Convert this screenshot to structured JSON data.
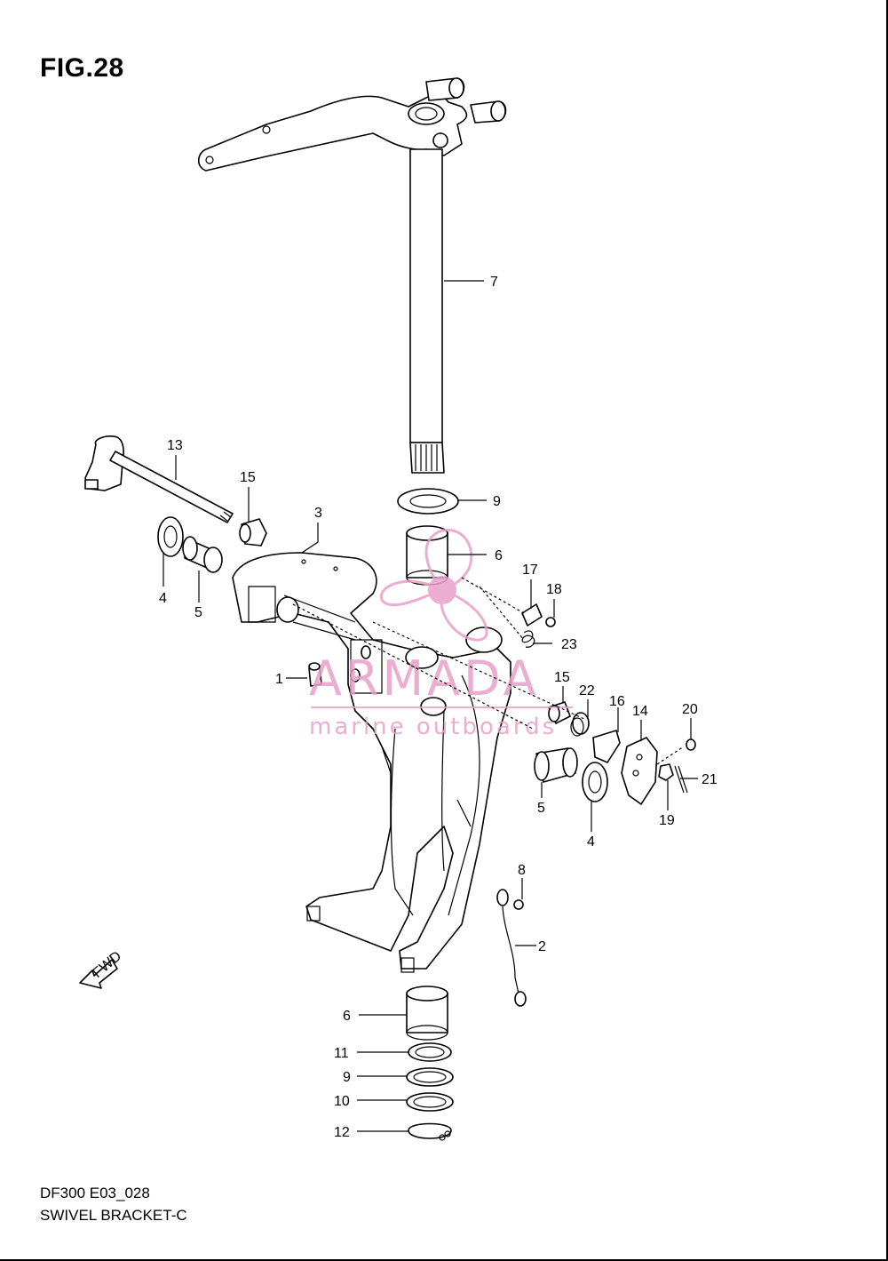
{
  "figure": {
    "title": "FIG.28"
  },
  "diagram": {
    "code": "DF300 E03_028",
    "caption": "SWIVEL BRACKET-C"
  },
  "watermark": {
    "brand": "ARMADA",
    "tagline": "marine outboards",
    "color": "#e8a0c8"
  },
  "fwd_label": "FWD",
  "callouts": [
    "7",
    "13",
    "15",
    "3",
    "4",
    "5",
    "9",
    "6",
    "17",
    "18",
    "23",
    "1",
    "15",
    "22",
    "16",
    "14",
    "20",
    "21",
    "19",
    "5",
    "4",
    "8",
    "2",
    "6",
    "11",
    "9",
    "10",
    "12"
  ]
}
